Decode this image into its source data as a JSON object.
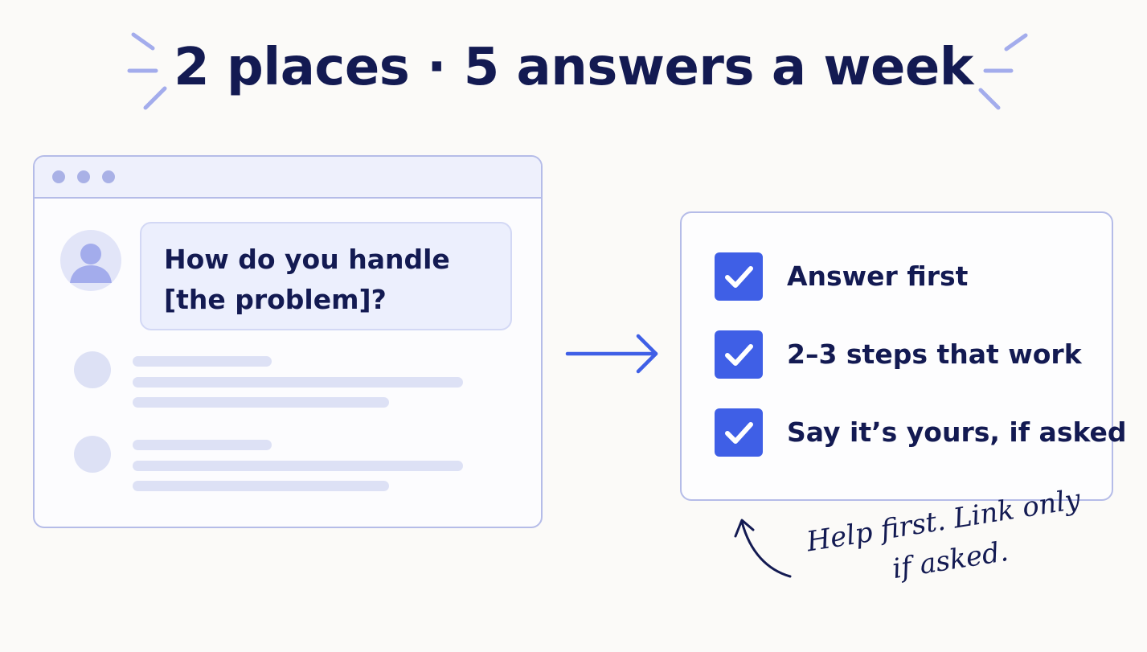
{
  "title": "2 places · 5 answers a week",
  "browser": {
    "question": "How do you handle [the problem]?"
  },
  "checklist": [
    {
      "label": "Answer first",
      "checked": true
    },
    {
      "label": "2–3 steps that work",
      "checked": true
    },
    {
      "label": "Say it’s yours, if asked",
      "checked": true
    }
  ],
  "note": {
    "line1": "Help first. Link only",
    "line2": "if asked."
  },
  "icons": {
    "title_sparks": "spark-lines-icon",
    "avatar": "user-avatar-icon",
    "flow_arrow": "arrow-right-icon",
    "check": "checkmark-icon",
    "note_arrow": "curved-arrow-icon"
  },
  "colors": {
    "accent": "#3f5fe6",
    "text": "#131a52",
    "outline": "#b5bce8",
    "background": "#fbfaf8"
  }
}
